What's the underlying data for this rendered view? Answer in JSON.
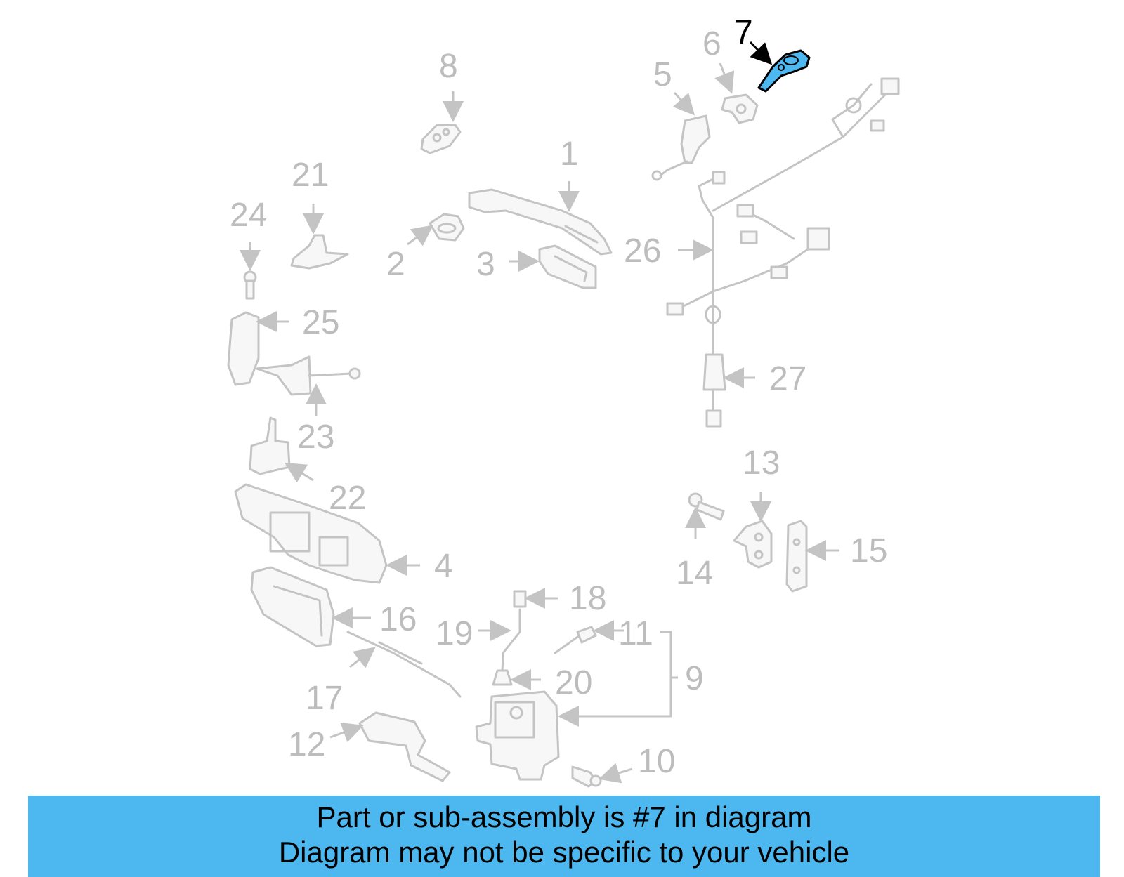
{
  "colors": {
    "highlight": "#4db8f0",
    "part_line": "#c4c4c4",
    "label_gray": "#bdbdbd",
    "label_highlight": "#000000"
  },
  "diagram": {
    "highlighted_part": "7",
    "labels": {
      "p1": "1",
      "p2": "2",
      "p3": "3",
      "p4": "4",
      "p5": "5",
      "p6": "6",
      "p7": "7",
      "p8": "8",
      "p9": "9",
      "p10": "10",
      "p11": "11",
      "p12": "12",
      "p13": "13",
      "p14": "14",
      "p15": "15",
      "p16": "16",
      "p17": "17",
      "p18": "18",
      "p19": "19",
      "p20": "20",
      "p21": "21",
      "p22": "22",
      "p23": "23",
      "p24": "24",
      "p25": "25",
      "p26": "26",
      "p27": "27"
    }
  },
  "banner": {
    "line1": "Part or sub-assembly is #7 in diagram",
    "line2": "Diagram may not be specific to your vehicle"
  }
}
